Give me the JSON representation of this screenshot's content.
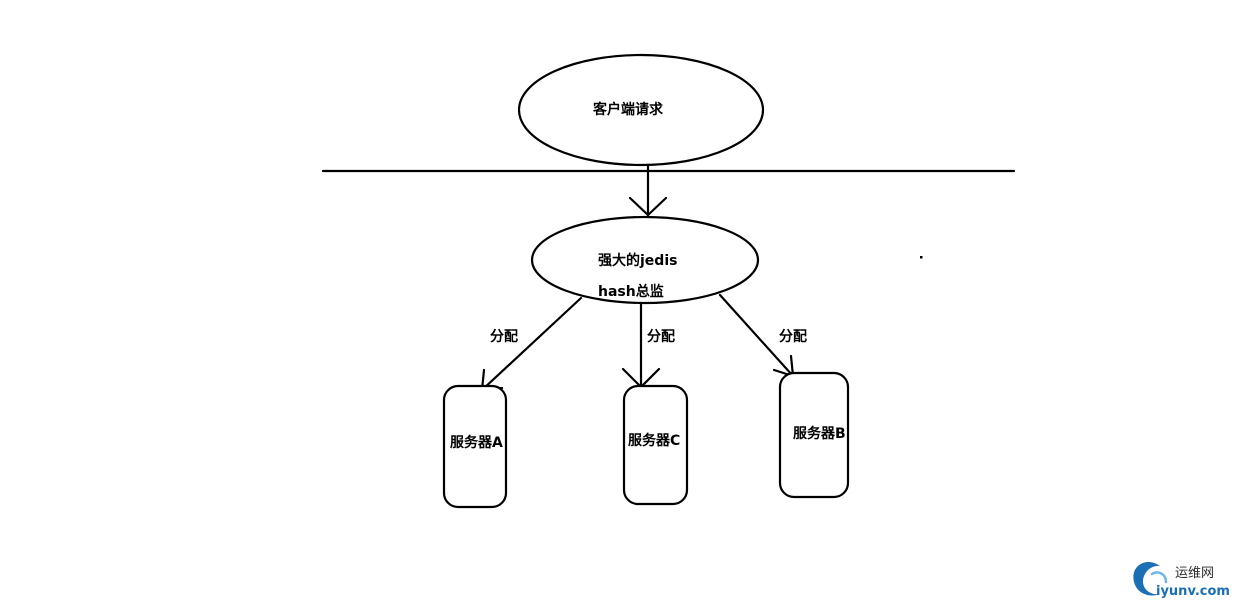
{
  "diagram": {
    "client": "客户端请求",
    "jedis_line1": "强大的jedis",
    "jedis_line2": "hash总监",
    "edge_labels": [
      "分配",
      "分配",
      "分配"
    ],
    "servers": [
      "服务器A",
      "服务器C",
      "服务器B"
    ]
  },
  "watermark": {
    "name": "运维网",
    "site": "iyunv.com"
  },
  "colors": {
    "stroke": "#000000",
    "background": "#ffffff",
    "watermark": "#1a6fb5"
  }
}
